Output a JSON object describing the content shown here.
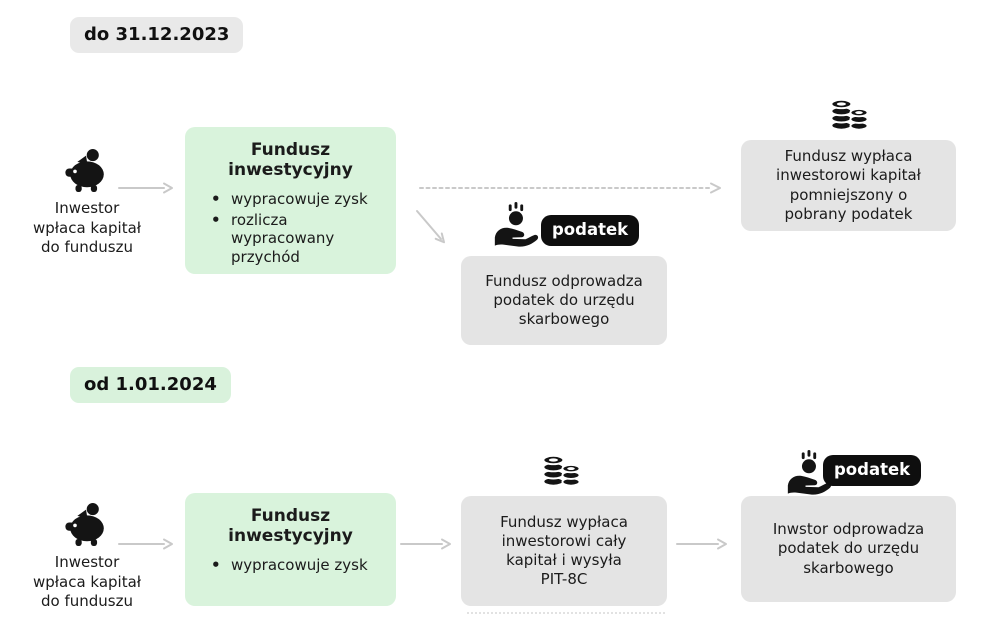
{
  "colors": {
    "green_box": "#d9f3dc",
    "green_pill": "#d9f2dc",
    "gray_box": "#e4e4e4",
    "gray_pill": "#e9e9e9",
    "badge_bg": "#0e0e0e",
    "badge_text": "#ffffff",
    "arrow": "#c9c9c9",
    "text": "#1b1b1b"
  },
  "before": {
    "label": "do 31.12.2023",
    "investor": "Inwestor\nwpłaca kapitał\ndo funduszu",
    "fund": {
      "title": "Fundusz\ninwestycyjny",
      "bullets": [
        "wypracowuje zysk",
        "rozlicza\nwypracowany\nprzychód"
      ]
    },
    "tax_badge": "podatek",
    "tax_box": "Fundusz odprowadza\npodatek do urzędu\nskarbowego",
    "payout_box": "Fundusz wypłaca\ninwestorowi kapitał\npomniejszony o\npobrany podatek"
  },
  "after": {
    "label": "od 1.01.2024",
    "investor": "Inwestor\nwpłaca kapitał\ndo funduszu",
    "fund": {
      "title": "Fundusz\ninwestycyjny",
      "bullets": [
        "wypracowuje zysk"
      ]
    },
    "tax_badge": "podatek",
    "payout_box": "Fundusz wypłaca\ninwestorowi cały\nkapitał i wysyła\nPIT-8C",
    "tax_box": "Inwstor odprowadza\npodatek do urzędu\nskarbowego"
  },
  "icons": {
    "piggy_bank": "piggy-bank-icon",
    "coin_stack": "coin-stack-icon",
    "hand_coin": "hand-coin-icon",
    "arrow_right": "arrow-right-icon",
    "arrow_diagonal": "arrow-down-right-icon"
  }
}
